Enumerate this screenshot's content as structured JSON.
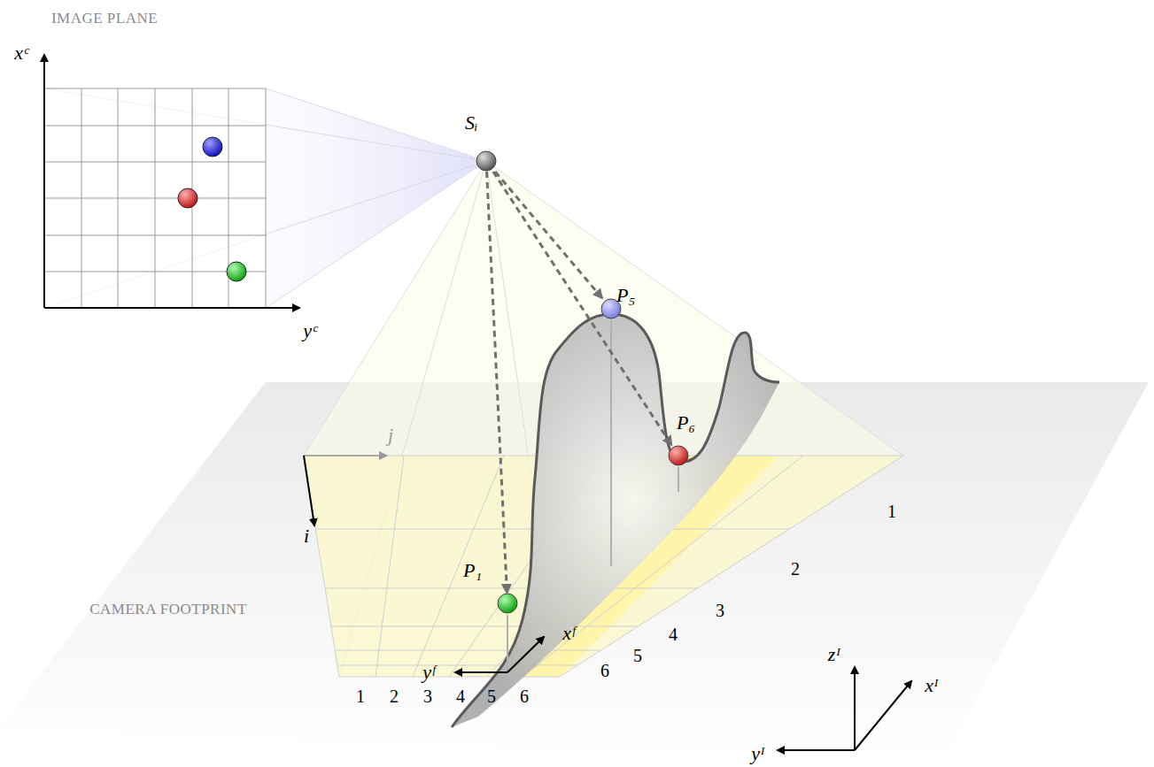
{
  "diagram": {
    "nodes": [
      {
        "text": [
          "Sᵢ"
        ]
      },
      {
        "text": [
          "P₅"
        ]
      },
      {
        "text": [
          "P₆"
        ]
      },
      {
        "text": [
          "P₁"
        ]
      }
    ],
    "edges": [
      {
        "from": 0,
        "to": 3,
        "arrow": "to"
      },
      {
        "from": 0,
        "to": 1,
        "arrow": "to"
      },
      {
        "from": 0,
        "to": 2,
        "arrow": "to"
      }
    ],
    "labels": [
      "IMAGE PLANE",
      "xᶜ",
      "yᶜ",
      "CAMERA FOOTPRINT",
      "j",
      "i",
      "1",
      "2",
      "3",
      "4",
      "5",
      "6",
      "1",
      "2",
      "3",
      "4",
      "5",
      "6",
      "xᶠ",
      "yᶠ",
      "zᴵ",
      "xᴵ",
      "yᴵ"
    ]
  }
}
